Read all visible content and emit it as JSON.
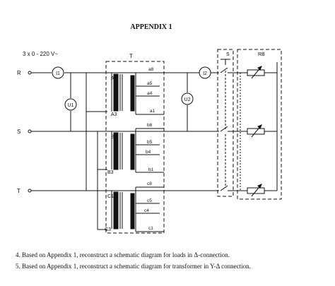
{
  "title": "APPENDIX 1",
  "supply_label": "3 x 0 - 220 V~",
  "phases": [
    "R",
    "S",
    "T"
  ],
  "meters": {
    "i1": "I1",
    "u1": "U1",
    "i2": "I2",
    "u2": "U2"
  },
  "transformer_label": "T",
  "switch_label": "S",
  "load_label": "RB",
  "primary": {
    "r": [
      "A1",
      "A3"
    ],
    "s": [
      "B1",
      "B3"
    ],
    "t": [
      "C1",
      "C3"
    ]
  },
  "taps": {
    "r": [
      "a8",
      "a5",
      "a4",
      "a1"
    ],
    "s": [
      "b8",
      "b5",
      "b4",
      "b1"
    ],
    "t": [
      "c8",
      "c5",
      "c4",
      "c1"
    ]
  },
  "questions": [
    "4.   Based on Appendix 1, reconstruct a schematic diagram for loads in Δ-connection.",
    "5.   Based on Appendix 1, reconstruct a schematic diagram for transformer in Y-Δ connection."
  ]
}
